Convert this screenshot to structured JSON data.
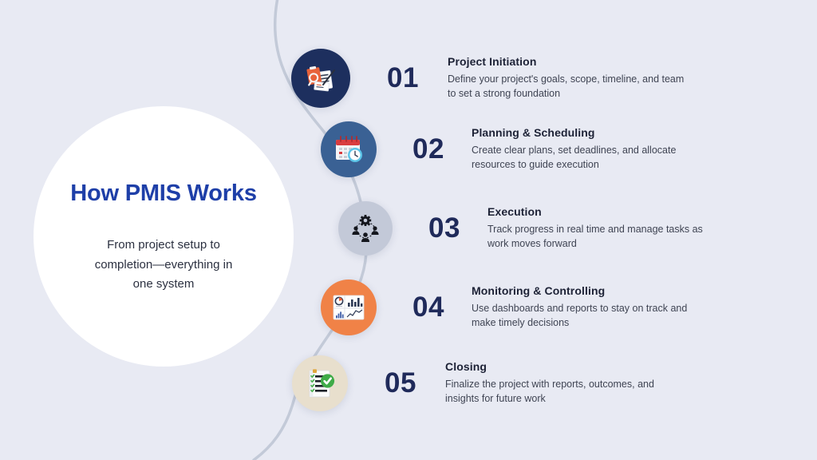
{
  "hero": {
    "title": "How PMIS Works",
    "subtitle": "From project setup to completion—everything in one system"
  },
  "colors": {
    "background": "#e8eaf3",
    "hero_circle": "#ffffff",
    "title_blue": "#1e3fa8",
    "number_navy": "#1f2a5a",
    "heading_dark": "#1d2236",
    "body_gray": "#3f4453",
    "connector_line": "#c3cad8",
    "badge_01": "#1d2f5e",
    "badge_02": "#3a6194",
    "badge_03": "#c3c9d8",
    "badge_04": "#f08247",
    "badge_05": "#e8dfcd"
  },
  "steps": [
    {
      "number": "01",
      "heading": "Project Initiation",
      "description": "Define your project's goals, scope, timeline, and team to set a strong foundation",
      "icon": "clipboard-magnifier-icon"
    },
    {
      "number": "02",
      "heading": "Planning & Scheduling",
      "description": "Create clear plans, set deadlines, and allocate resources to guide execution",
      "icon": "calendar-clock-icon"
    },
    {
      "number": "03",
      "heading": "Execution",
      "description": "Track progress in real time and manage tasks as work moves forward",
      "icon": "gear-team-network-icon"
    },
    {
      "number": "04",
      "heading": "Monitoring & Controlling",
      "description": "Use dashboards and reports to stay on track and make timely decisions",
      "icon": "dashboard-charts-icon"
    },
    {
      "number": "05",
      "heading": "Closing",
      "description": "Finalize the project with reports, outcomes, and insights for future work",
      "icon": "checklist-complete-icon"
    }
  ]
}
